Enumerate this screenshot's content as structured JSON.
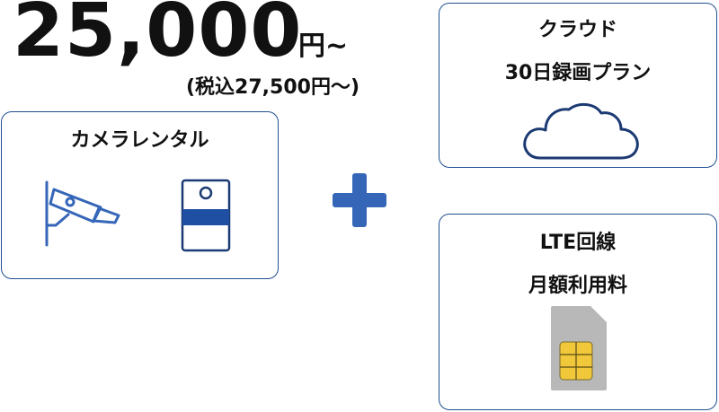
{
  "price": {
    "amount": "25,000",
    "unit": "円~",
    "tax_included": "(税込27,500円～)"
  },
  "camera_card": {
    "title": "カメラレンタル",
    "icons": [
      "security-camera-icon",
      "indoor-camera-icon"
    ]
  },
  "cloud_card": {
    "title_line1": "クラウド",
    "title_line2": "30日録画プラン",
    "icon": "cloud-icon"
  },
  "lte_card": {
    "title_line1": "LTE回線",
    "title_line2": "月額利用料",
    "icon": "sim-card-icon"
  },
  "colors": {
    "accent_blue": "#3566b8",
    "border_navy": "#1f4f8f",
    "icon_navy": "#1c3a73",
    "sim_gray": "#b8b8b8",
    "sim_chip_gold": "#f0c83a"
  }
}
